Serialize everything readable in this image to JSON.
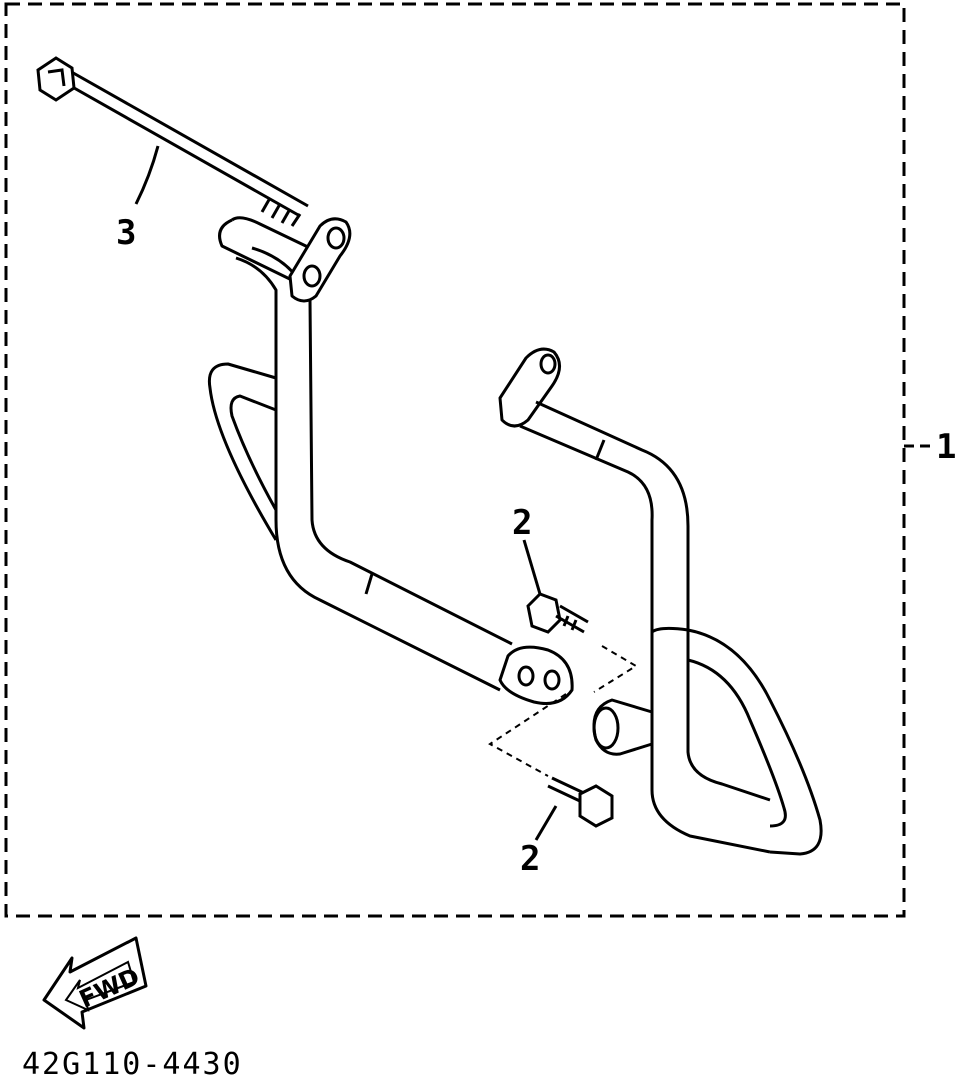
{
  "diagram": {
    "callouts": {
      "assembly": "1",
      "bolt_upper": "2",
      "bolt_lower": "2",
      "long_bolt": "3"
    },
    "fwd_label": "FWD",
    "part_number": "42G110-4430",
    "colors": {
      "ink": "#000000",
      "paper": "#ffffff"
    }
  }
}
